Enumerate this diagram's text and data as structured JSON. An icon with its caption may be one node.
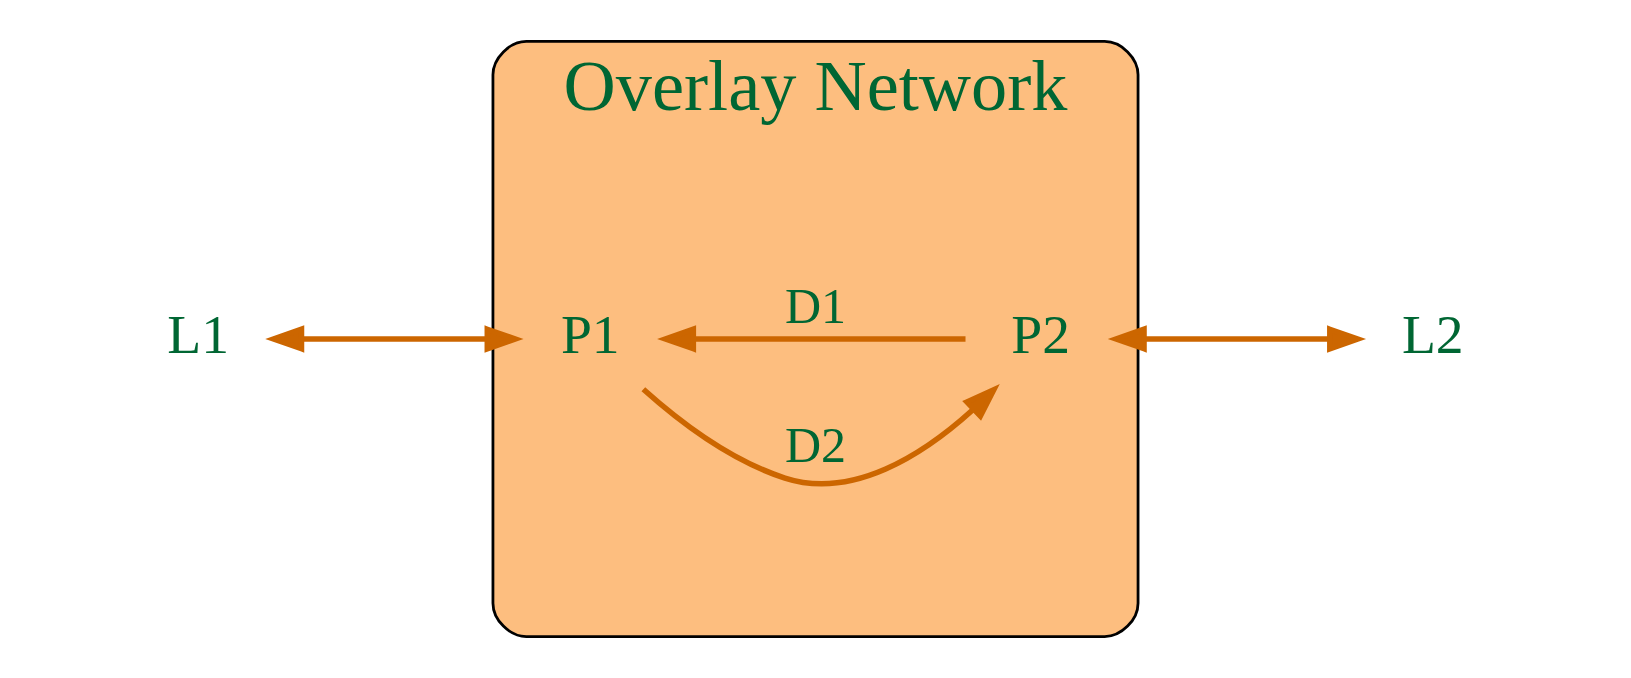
{
  "diagram": {
    "nodes": [
      {
        "text": [
          "Overlay Network"
        ]
      },
      {
        "text": [
          "P1"
        ],
        "in": 0
      },
      {
        "text": [
          "P2"
        ],
        "in": 0
      },
      {
        "text": [
          "L1"
        ]
      },
      {
        "text": [
          "L2"
        ]
      }
    ],
    "edges": [
      {
        "from": 3,
        "to": 1,
        "arrow": "both"
      },
      {
        "from": 1,
        "to": 2,
        "arrow": "to",
        "label": "D2"
      },
      {
        "from": 2,
        "to": 1,
        "arrow": "to",
        "label": "D1"
      },
      {
        "from": 2,
        "to": 4,
        "arrow": "both"
      }
    ]
  }
}
